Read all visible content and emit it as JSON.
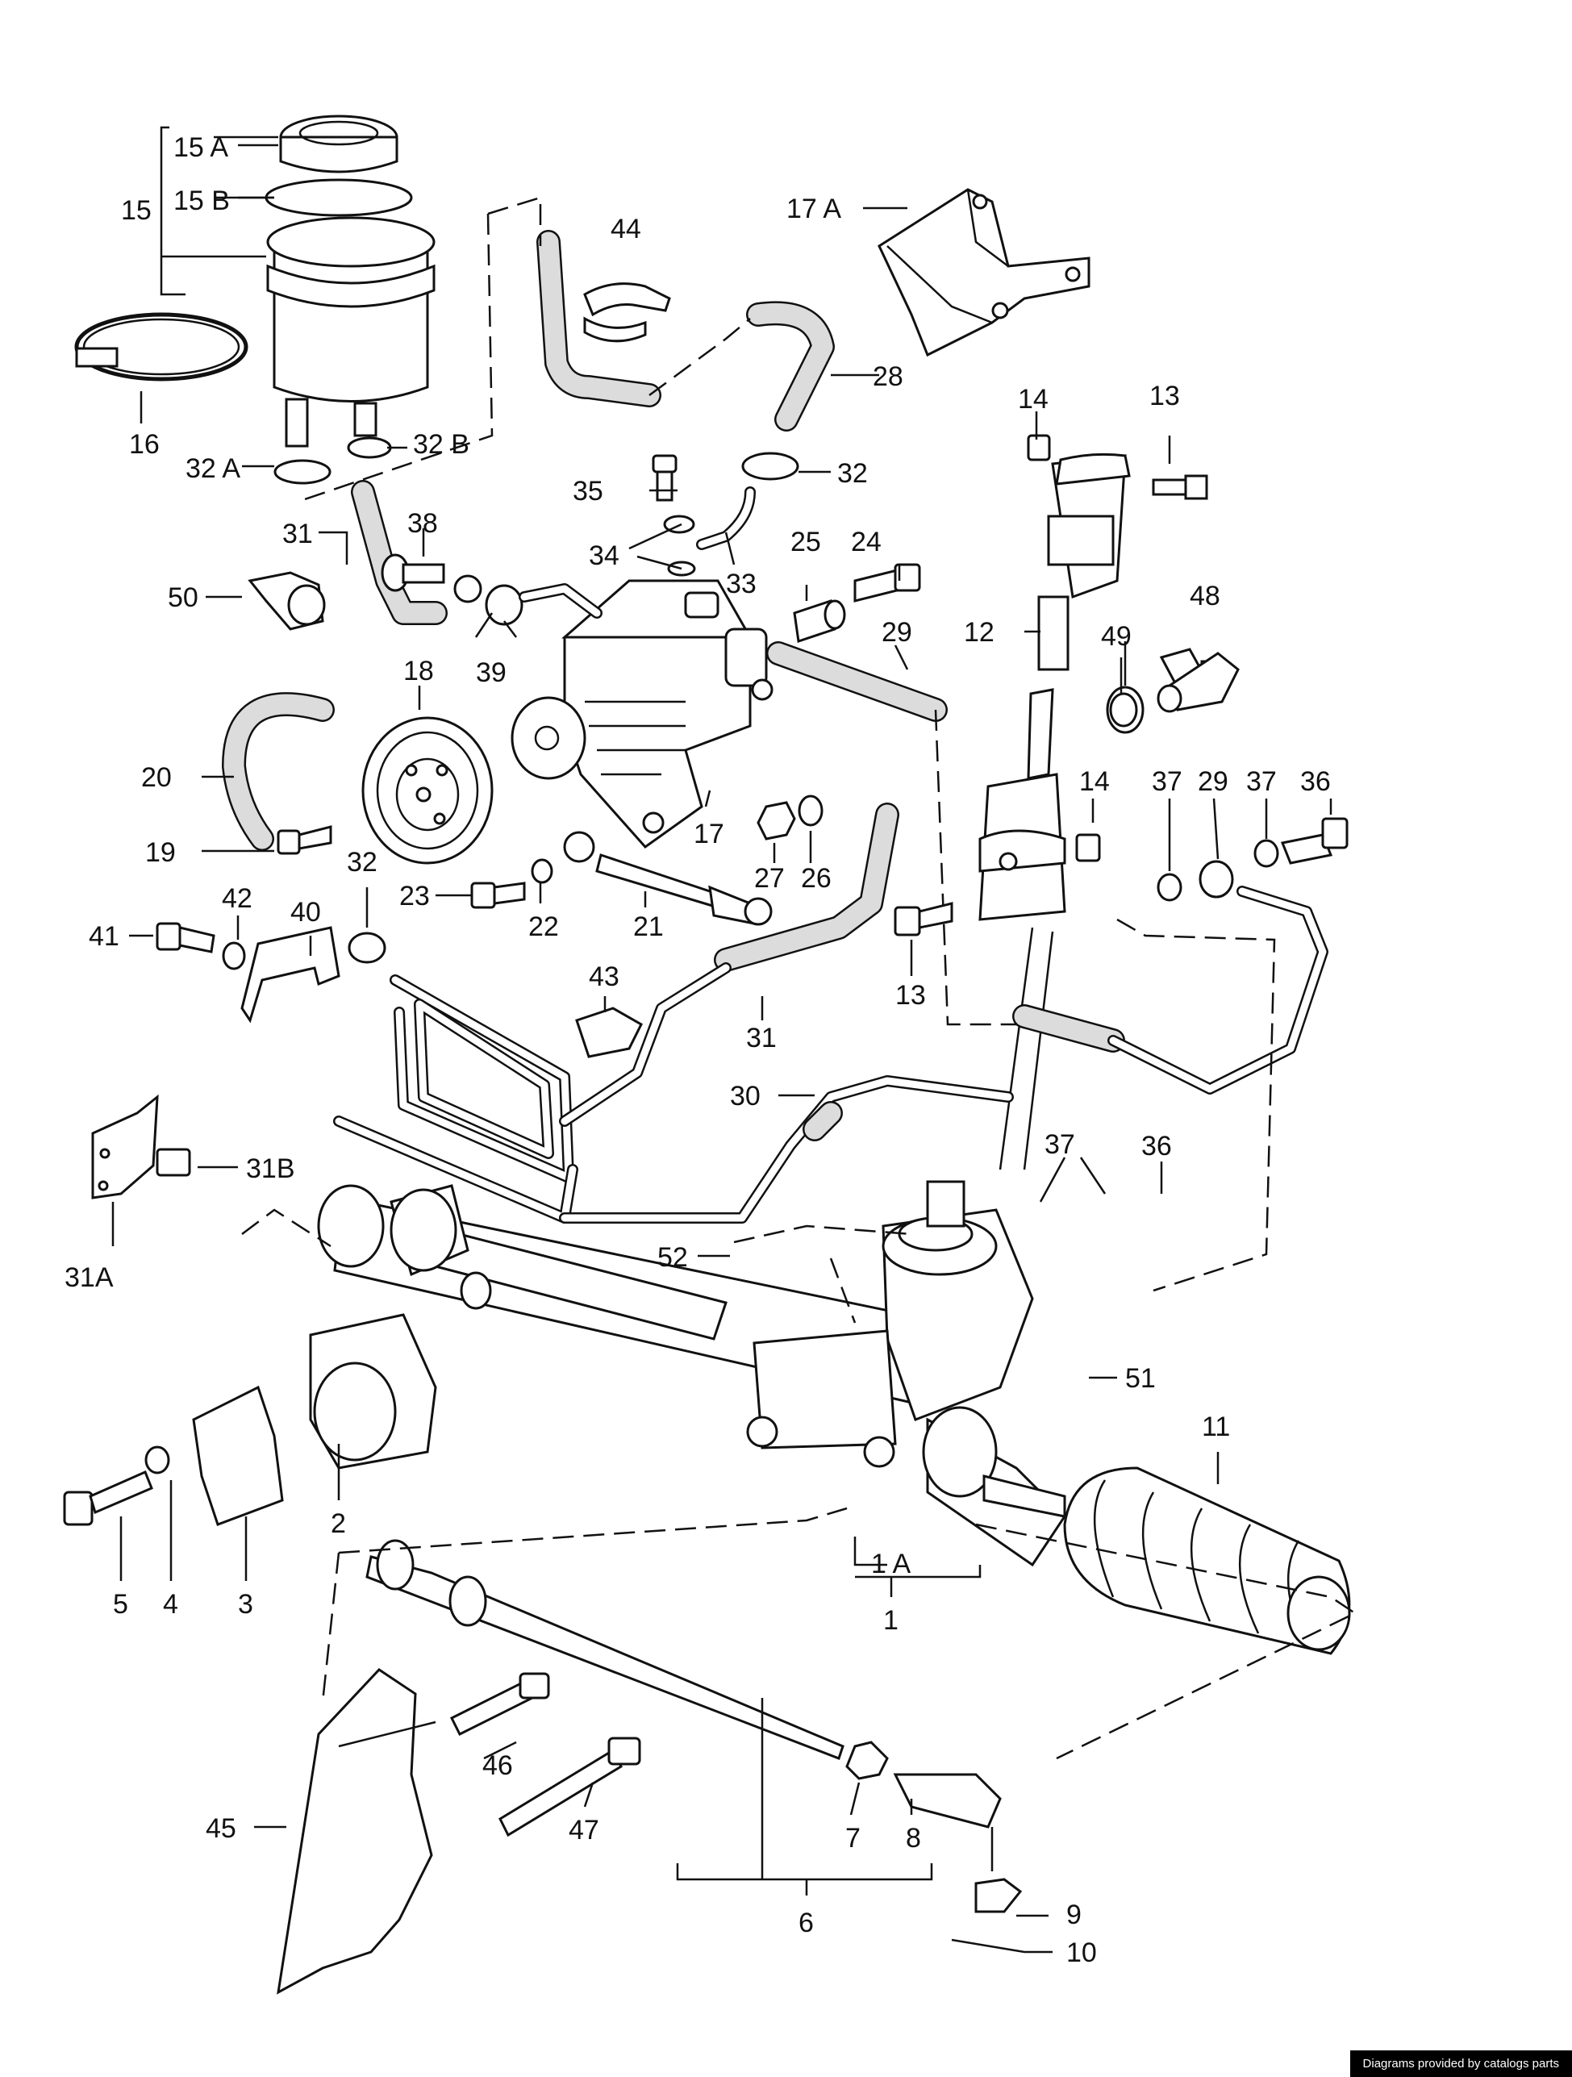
{
  "labels": {
    "p15A": "15 A",
    "p15B": "15 B",
    "p15": "15",
    "p16": "16",
    "p32A": "32 A",
    "p32B": "32 B",
    "p44": "44",
    "p17A": "17 A",
    "p28": "28",
    "p14a": "14",
    "p13a": "13",
    "p35": "35",
    "p32a": "32",
    "p34": "34",
    "p33": "33",
    "p31a": "31",
    "p38": "38",
    "p25": "25",
    "p24": "24",
    "p50": "50",
    "p39": "39",
    "p12": "12",
    "p48": "48",
    "p49": "49",
    "p29a": "29",
    "p18": "18",
    "p20": "20",
    "p19": "19",
    "p17": "17",
    "p27": "27",
    "p26": "26",
    "p14b": "14",
    "p37a": "37",
    "p29b": "29",
    "p37b": "37",
    "p36a": "36",
    "p32b": "32",
    "p23": "23",
    "p22": "22",
    "p21": "21",
    "p42": "42",
    "p41": "41",
    "p40": "40",
    "p13b": "13",
    "p43": "43",
    "p31b": "31",
    "p30": "30",
    "p31B": "31B",
    "p31A": "31A",
    "p37c": "37",
    "p36b": "36",
    "p52": "52",
    "p51": "51",
    "p11": "11",
    "p5": "5",
    "p4": "4",
    "p3": "3",
    "p2": "2",
    "p1A": "1 A",
    "p1": "1",
    "p46": "46",
    "p45": "45",
    "p47": "47",
    "p7": "7",
    "p8": "8",
    "p6": "6",
    "p9": "9",
    "p10": "10"
  },
  "credit": "Diagrams provided by catalogs parts"
}
